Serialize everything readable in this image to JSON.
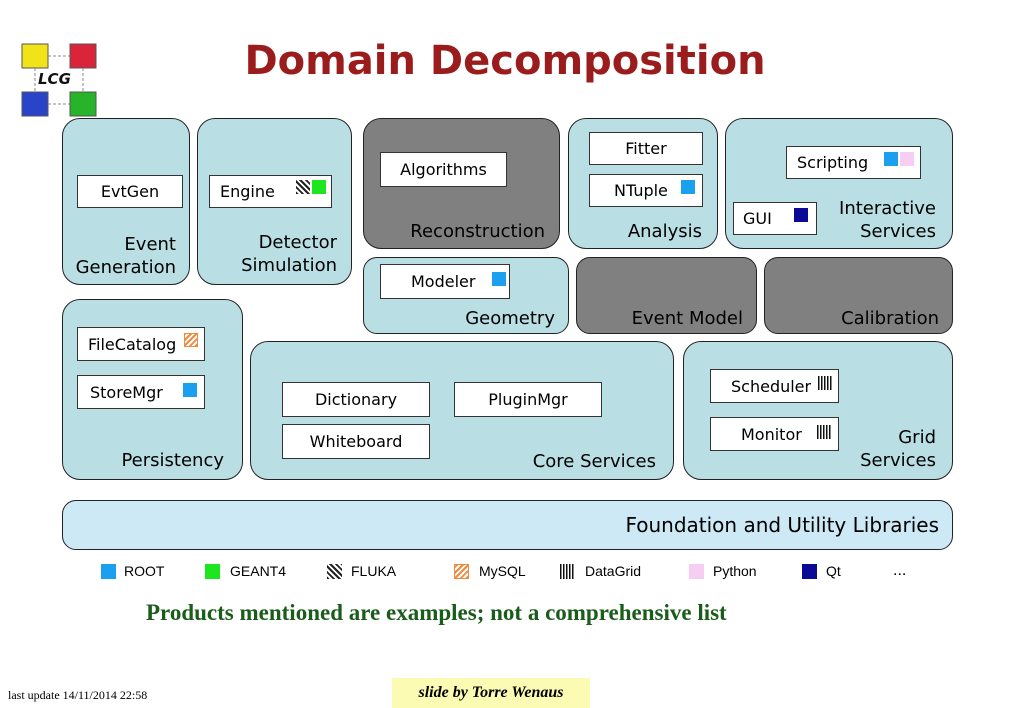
{
  "logo": {
    "text": "LCG"
  },
  "title": "Domain Decomposition",
  "domains": {
    "event_generation": {
      "label": "Event\nGeneration",
      "components": [
        "EvtGen"
      ]
    },
    "detector_simulation": {
      "label": "Detector\nSimulation",
      "components": [
        "Engine"
      ]
    },
    "reconstruction": {
      "label": "Reconstruction",
      "components": [
        "Algorithms"
      ]
    },
    "analysis": {
      "label": "Analysis",
      "components": [
        "Fitter",
        "NTuple"
      ]
    },
    "interactive_services": {
      "label": "Interactive\nServices",
      "components": [
        "Scripting",
        "GUI"
      ]
    },
    "geometry": {
      "label": "Geometry",
      "components": [
        "Modeler"
      ]
    },
    "event_model": {
      "label": "Event Model"
    },
    "calibration": {
      "label": "Calibration"
    },
    "persistency": {
      "label": "Persistency",
      "components": [
        "FileCatalog",
        "StoreMgr"
      ]
    },
    "core_services": {
      "label": "Core Services",
      "components": [
        "Dictionary",
        "PluginMgr",
        "Whiteboard"
      ]
    },
    "grid_services": {
      "label": "Grid\nServices",
      "components": [
        "Scheduler",
        "Monitor"
      ]
    },
    "foundation": {
      "label": "Foundation and Utility Libraries"
    }
  },
  "legend": [
    {
      "name": "ROOT",
      "color": "#1aa0ef"
    },
    {
      "name": "GEANT4",
      "color": "#1ee61e"
    },
    {
      "name": "FLUKA",
      "pattern": "diagonal-hatch"
    },
    {
      "name": "MySQL",
      "pattern": "orange-hatch"
    },
    {
      "name": "DataGrid",
      "pattern": "vertical-bars"
    },
    {
      "name": "Python",
      "color": "#f6cdf3"
    },
    {
      "name": "Qt",
      "color": "#0a0a96"
    },
    {
      "name": "..."
    }
  ],
  "note": "Products mentioned are examples; not a comprehensive list",
  "last_update": "last update 14/11/2014 22:58",
  "credit": "slide by Torre Wenaus"
}
